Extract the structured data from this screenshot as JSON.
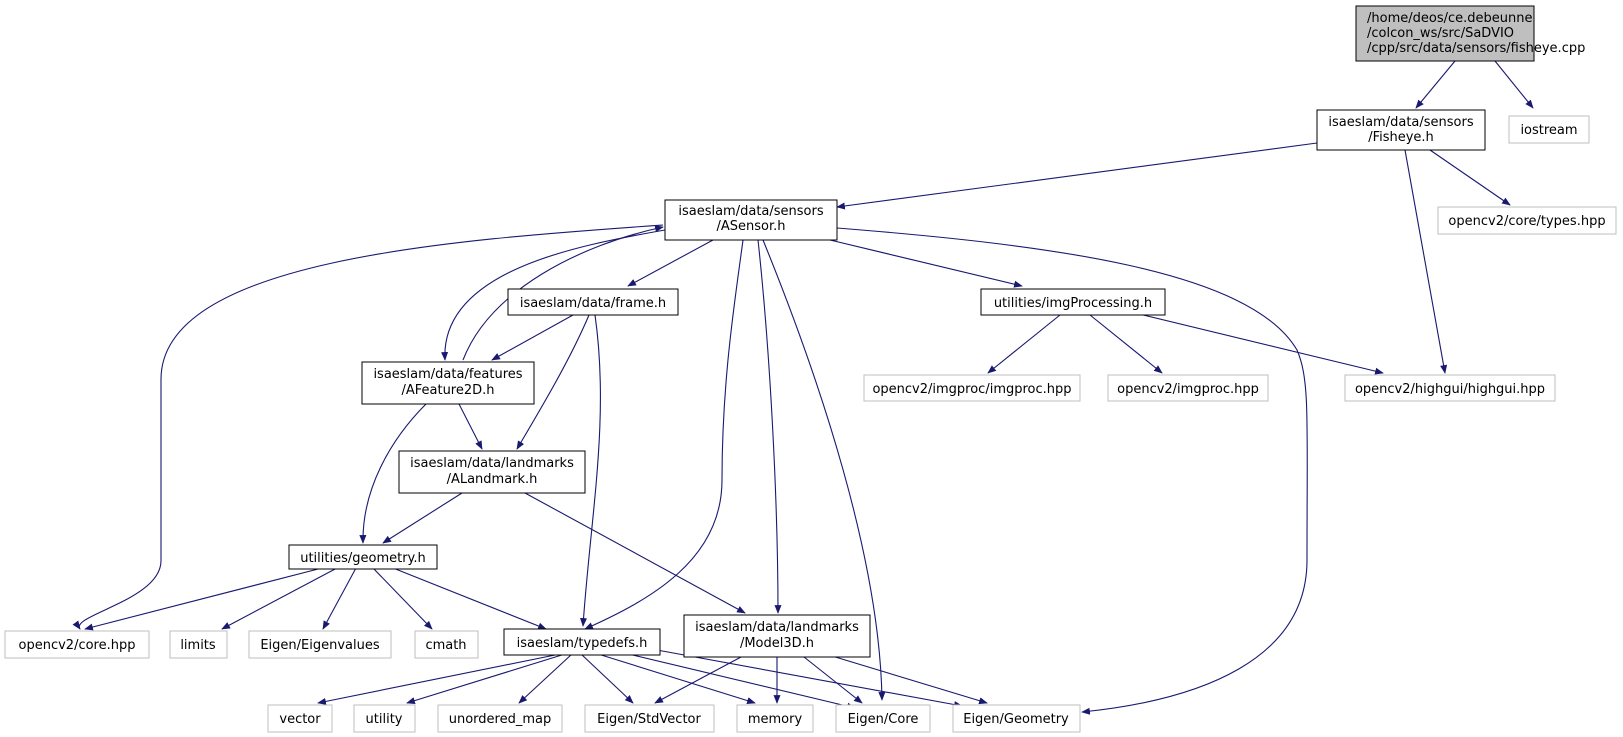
{
  "nodes": {
    "fisheye_cpp": [
      "/home/deos/ce.debeunne",
      "/colcon_ws/src/SaDVIO",
      "/cpp/src/data/sensors/fisheye.cpp"
    ],
    "fisheye_h": [
      "isaeslam/data/sensors",
      "/Fisheye.h"
    ],
    "iostream": [
      "iostream"
    ],
    "asensor_h": [
      "isaeslam/data/sensors",
      "/ASensor.h"
    ],
    "cv_types": [
      "opencv2/core/types.hpp"
    ],
    "frame_h": [
      "isaeslam/data/frame.h"
    ],
    "imgproc_h": [
      "utilities/imgProcessing.h"
    ],
    "afeature_h": [
      "isaeslam/data/features",
      "/AFeature2D.h"
    ],
    "cv_imgproc_imgproc": [
      "opencv2/imgproc/imgproc.hpp"
    ],
    "cv_imgproc": [
      "opencv2/imgproc.hpp"
    ],
    "cv_highgui": [
      "opencv2/highgui/highgui.hpp"
    ],
    "alandmark_h": [
      "isaeslam/data/landmarks",
      "/ALandmark.h"
    ],
    "geometry_h": [
      "utilities/geometry.h"
    ],
    "cv_core": [
      "opencv2/core.hpp"
    ],
    "limits": [
      "limits"
    ],
    "eigen_values": [
      "Eigen/Eigenvalues"
    ],
    "cmath": [
      "cmath"
    ],
    "typedefs_h": [
      "isaeslam/typedefs.h"
    ],
    "model3d_h": [
      "isaeslam/data/landmarks",
      "/Model3D.h"
    ],
    "vector": [
      "vector"
    ],
    "utility": [
      "utility"
    ],
    "unordered_map": [
      "unordered_map"
    ],
    "eigen_stdvector": [
      "Eigen/StdVector"
    ],
    "memory": [
      "memory"
    ],
    "eigen_core": [
      "Eigen/Core"
    ],
    "eigen_geometry": [
      "Eigen/Geometry"
    ]
  }
}
